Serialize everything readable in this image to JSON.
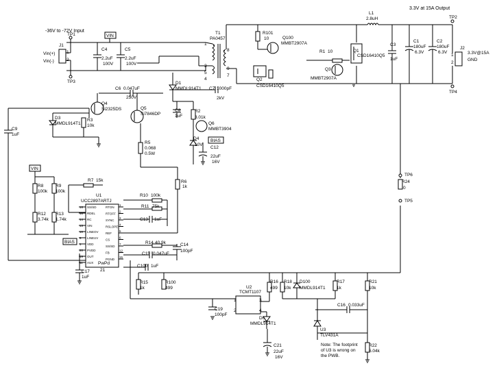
{
  "labels": {
    "input_range": "-36V to -72V Input",
    "output_title": "3.3V at 15A Output",
    "vin_box_top": "VIN",
    "vin_box_left": "VIN",
    "bias_box_right": "BIAS",
    "bias_box_left": "BIAS",
    "note_line1": "Note: The footprint",
    "note_line2": "of U3 is wrong on",
    "note_line3": "the PWB."
  },
  "connectors": {
    "J1": {
      "ref": "J1",
      "pin1": "Vin(+)",
      "pin2": "Vin(-)",
      "n1": "1",
      "n2": "2"
    },
    "J2": {
      "ref": "J2",
      "pin1": "3.3V@15A",
      "pin2": "GND",
      "n1": "1",
      "n2": "2"
    }
  },
  "testpoints": [
    "TP1",
    "TP2",
    "TP3",
    "TP4",
    "TP5",
    "TP6"
  ],
  "components": {
    "C4": {
      "ref": "C4",
      "v1": "2.2uF",
      "v2": "100V"
    },
    "C5": {
      "ref": "C5",
      "v1": "2.2uF",
      "v2": "100V"
    },
    "T1": {
      "ref": "T1",
      "v1": "PA0457"
    },
    "R101": {
      "ref": "R101",
      "v1": "10"
    },
    "Q100": {
      "ref": "Q100",
      "v1": "MMBT2907A"
    },
    "L1": {
      "ref": "L1",
      "v1": "2.8uH"
    },
    "C3": {
      "ref": "C3",
      "v1": "1uF"
    },
    "C1": {
      "ref": "C1",
      "v1": "180uF",
      "v2": "6.3V"
    },
    "C2": {
      "ref": "C2",
      "v1": "180uF",
      "v2": "6.3V"
    },
    "R1": {
      "ref": "R1",
      "v1": "10"
    },
    "Q1": {
      "ref": "Q1",
      "v1": "CSD16410Q5"
    },
    "Q2": {
      "ref": "Q2",
      "v1": "CSD16410Q5"
    },
    "Q3": {
      "ref": "Q3",
      "v1": "MMBT2907A"
    },
    "C6": {
      "ref": "C6",
      "v1": "0.047uF",
      "v2": "250V"
    },
    "D1": {
      "ref": "D1",
      "v1": "MMDL914T1"
    },
    "C7": {
      "ref": "C7",
      "v1": "1000pF",
      "v2": "2kV"
    },
    "Q4": {
      "ref": "Q4",
      "v1": "Si2325DS"
    },
    "Q5": {
      "ref": "Q5",
      "v1": "Si7846DP"
    },
    "D3": {
      "ref": "D3",
      "v1": "MMDL914T1"
    },
    "R3": {
      "ref": "R3",
      "v1": "10k"
    },
    "C8": {
      "ref": "C8",
      "v1": "1uF"
    },
    "R2": {
      "ref": "R2",
      "v1": "3.01k"
    },
    "Q6": {
      "ref": "Q6",
      "v1": "MMBT3904"
    },
    "D4": {
      "ref": "D4",
      "v1": "10V"
    },
    "C12": {
      "ref": "C12",
      "v1": "22uF",
      "v2": "16V"
    },
    "C9": {
      "ref": "C9",
      "v1": "1uF"
    },
    "R5": {
      "ref": "R5",
      "v1": "0.068",
      "v2": "0.5W"
    },
    "R6": {
      "ref": "R6",
      "v1": "1k"
    },
    "R7": {
      "ref": "R7",
      "v1": "15k"
    },
    "R8": {
      "ref": "R8",
      "v1": "100k"
    },
    "R9": {
      "ref": "R9",
      "v1": "100k"
    },
    "R12": {
      "ref": "R12",
      "v1": "3.74k"
    },
    "R13": {
      "ref": "R13",
      "v1": "1.74k"
    },
    "U1": {
      "ref": "U1",
      "v1": "UCC2897ARTJ"
    },
    "R10": {
      "ref": "R10",
      "v1": "100k"
    },
    "R11": {
      "ref": "R11",
      "v1": "75k"
    },
    "C13": {
      "ref": "C13",
      "v1": "1uF"
    },
    "R14": {
      "ref": "R14",
      "v1": "40.9k"
    },
    "C14": {
      "ref": "C14",
      "v1": "100pF"
    },
    "C15": {
      "ref": "C15",
      "v1": "0.047uF"
    },
    "C100": {
      "ref": "C100",
      "v1": "1uF"
    },
    "C17": {
      "ref": "C17",
      "v1": "1uF"
    },
    "R15": {
      "ref": "R15",
      "v1": "1k"
    },
    "R100": {
      "ref": "R100",
      "v1": "499"
    },
    "U2": {
      "ref": "U2",
      "v1": "TCMT1107"
    },
    "R16": {
      "ref": "R16",
      "v1": "499"
    },
    "R18": {
      "ref": "R18",
      "v1": "10k"
    },
    "D100": {
      "ref": "D100",
      "v1": "MMDL914T1"
    },
    "R17": {
      "ref": "R17",
      "v1": "1k"
    },
    "R21": {
      "ref": "R21",
      "v1": "10k"
    },
    "C19": {
      "ref": "C19",
      "v1": "100pF"
    },
    "D6": {
      "ref": "D6",
      "v1": "MMDL914T1"
    },
    "C16": {
      "ref": "C16",
      "v1": "0.033uF"
    },
    "U3": {
      "ref": "U3",
      "v1": "TLV431A"
    },
    "C21": {
      "ref": "C21",
      "v1": "22uF",
      "v2": "16V"
    },
    "R22": {
      "ref": "R22",
      "v1": "6.04k"
    },
    "R24": {
      "ref": "R24",
      "v1": "0"
    }
  },
  "u1_pins_left": [
    {
      "num": "16",
      "name": "SS/SD"
    },
    {
      "num": "18",
      "name": "RDEL"
    },
    {
      "num": "14",
      "name": "RC"
    },
    {
      "num": "13",
      "name": "VIN"
    },
    {
      "num": "10",
      "name": "LINEOV"
    },
    {
      "num": "9",
      "name": "LINEUV"
    },
    {
      "num": "1",
      "name": "VDD"
    },
    {
      "num": "20",
      "name": "PVDD"
    },
    {
      "num": "19",
      "name": "OUT"
    },
    {
      "num": "11",
      "name": "AUX"
    }
  ],
  "u1_pins_right": [
    {
      "num": "1",
      "name": "RTON"
    },
    {
      "num": "2",
      "name": "RTOFF"
    },
    {
      "num": "3",
      "name": "SYNC"
    },
    {
      "num": "4",
      "name": "RSLOPE"
    },
    {
      "num": "5",
      "name": "REF"
    },
    {
      "num": "6",
      "name": "CS"
    },
    {
      "num": "7",
      "name": "SS/SD"
    },
    {
      "num": "12",
      "name": "FB"
    },
    {
      "num": "15",
      "name": "PGND"
    }
  ],
  "u1_bottom": {
    "pad": "PwPd",
    "num": "21"
  },
  "u2_pins": [
    "1",
    "2",
    "3",
    "4"
  ]
}
